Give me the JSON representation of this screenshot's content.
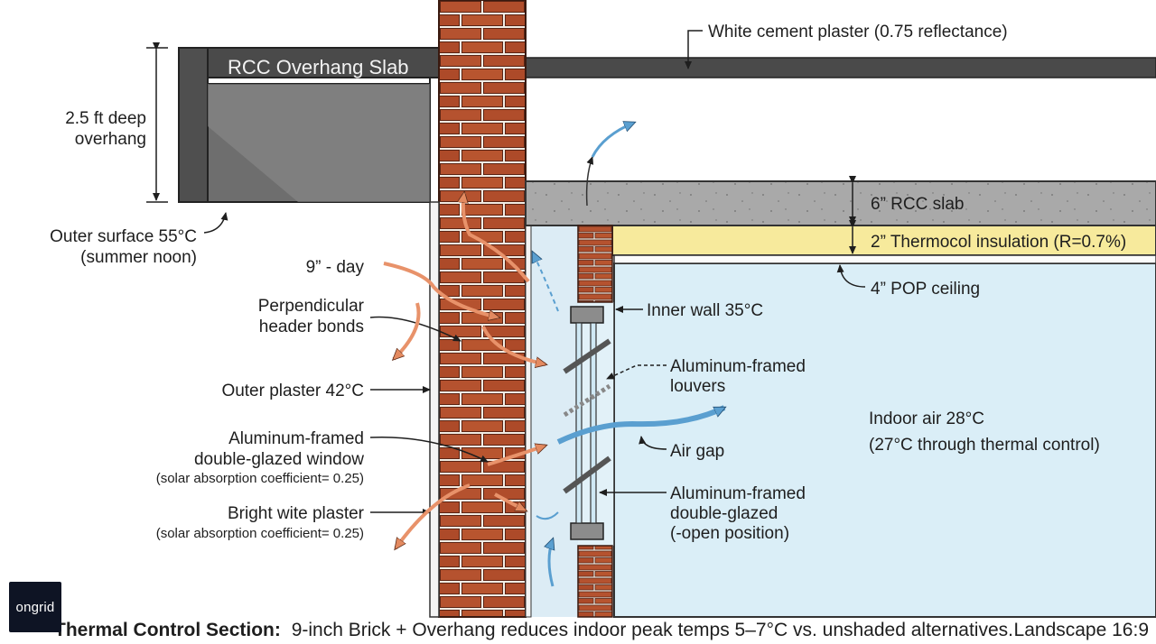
{
  "labels": {
    "slab_title": "RCC Overhang Slab",
    "white_cement": "White cement plaster (0.75 reflectance)",
    "overhang_depth_line1": "2.5 ft deep",
    "overhang_depth_line2": "overhang",
    "outer_surface_line1": "Outer surface 55°C",
    "outer_surface_line2": "(summer noon)",
    "nine_inch_day": "9” - day",
    "perp_header_line1": "Perpendicular",
    "perp_header_line2": "header bonds",
    "outer_plaster": "Outer plaster 42°C",
    "al_window_line1": "Aluminum-framed",
    "al_window_line2": "double-glazed window",
    "al_window_coef": "(solar absorption coefficient= 0.25)",
    "bright_plaster": "Bright wite plaster",
    "bright_plaster_coef": "(solar absorption coefficient= 0.25)",
    "rcc_slab_6": "6” RCC slab",
    "thermocol": "2” Thermocol insulation (R=0.7%)",
    "pop_ceiling": "4” POP ceiling",
    "inner_wall": "Inner wall 35°C",
    "louvers_line1": "Aluminum-framed",
    "louvers_line2": "louvers",
    "air_gap": "Air gap",
    "glazed_open_line1": "Aluminum-framed",
    "glazed_open_line2": "double-glazed",
    "glazed_open_line3": "(-open position)",
    "indoor_line1": "Indoor air 28°C",
    "indoor_line2": "(27°C through thermal control)"
  },
  "caption": {
    "bold": "Thermal Control Section:",
    "text": "9-inch Brick + Overhang reduces indoor peak temps 5–7°C vs. unshaded alternatives.",
    "aspect": "Landscape 16:9"
  },
  "logo": {
    "text": "ongrid"
  },
  "colors": {
    "brick": "#b5522f",
    "mortar": "#f1ece4",
    "concrete_dark": "#4a4a4a",
    "concrete_light": "#a8a8a8",
    "insulation": "#f7ea9c",
    "indoor_air": "#daeef7",
    "heat_arrow": "#e8926a",
    "air_arrow": "#5a9fd0"
  }
}
